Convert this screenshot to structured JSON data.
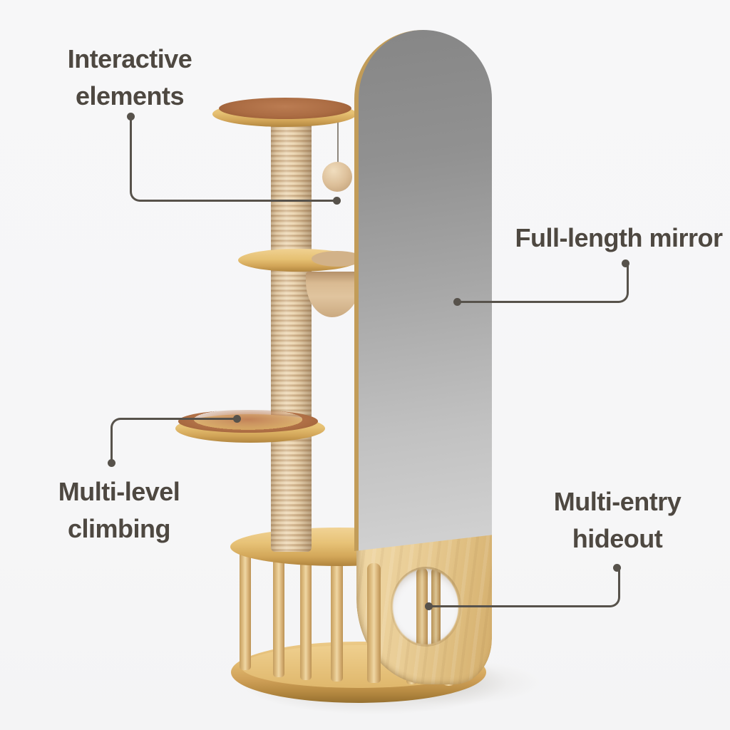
{
  "labels": {
    "interactive": {
      "line1": "Interactive",
      "line2": "elements"
    },
    "mirror": {
      "text": "Full-length mirror"
    },
    "climbing": {
      "line1": "Multi-level",
      "line2": "climbing"
    },
    "hideout": {
      "line1": "Multi-entry",
      "line2": "hideout"
    }
  },
  "colors": {
    "background": "#f6f6f7",
    "label_text": "#4e4841",
    "callout_line": "#57524b",
    "wood_light": "#efd7a4",
    "wood_mid": "#e2bd79",
    "wood_shadow": "#b2863f",
    "post_rib_light": "#ecd6b2",
    "post_rib_dark": "#c5a37a",
    "mat_terracotta": "#ab6c43",
    "fabric_beige": "#ddc09a",
    "mirror_gray_top": "#868686",
    "mirror_gray_bottom": "#d3d3d3",
    "mirror_frame_gold": "#c29c58"
  }
}
